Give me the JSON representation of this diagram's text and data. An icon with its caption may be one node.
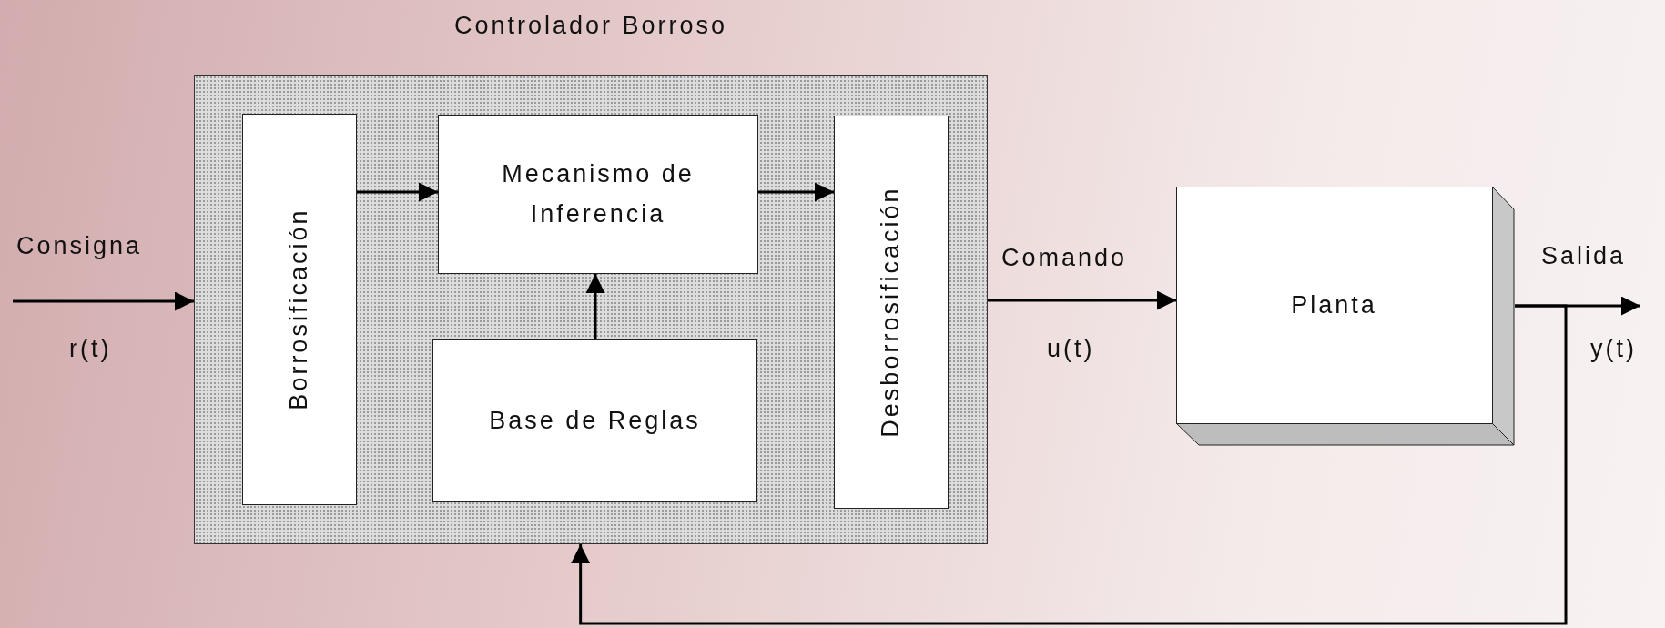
{
  "diagram": {
    "nodes": [
      {
        "text": [
          "Controlador Borroso"
        ]
      },
      {
        "text": [
          "Borrosificación"
        ],
        "in": 0
      },
      {
        "text": [
          "Mecanismo de Inferencia"
        ],
        "in": 0
      },
      {
        "text": [
          "Base de Reglas"
        ],
        "in": 0
      },
      {
        "text": [
          "Desborrosificación"
        ],
        "in": 0
      },
      {
        "text": [
          "Planta"
        ]
      }
    ],
    "edges": [
      {
        "from": null,
        "to": 0,
        "arrow": "to"
      },
      {
        "from": 1,
        "to": 2,
        "arrow": "to"
      },
      {
        "from": 2,
        "to": 4,
        "arrow": "to"
      },
      {
        "from": 3,
        "to": 2,
        "arrow": "to"
      },
      {
        "from": 0,
        "to": 5,
        "arrow": "to"
      },
      {
        "from": 5,
        "to": null,
        "arrow": "to"
      },
      {
        "from": 5,
        "to": 0,
        "arrow": "to"
      }
    ],
    "labels": [
      "Consigna",
      "Comando",
      "Salida",
      "r(t)",
      "u(t)",
      "y(t)"
    ]
  }
}
